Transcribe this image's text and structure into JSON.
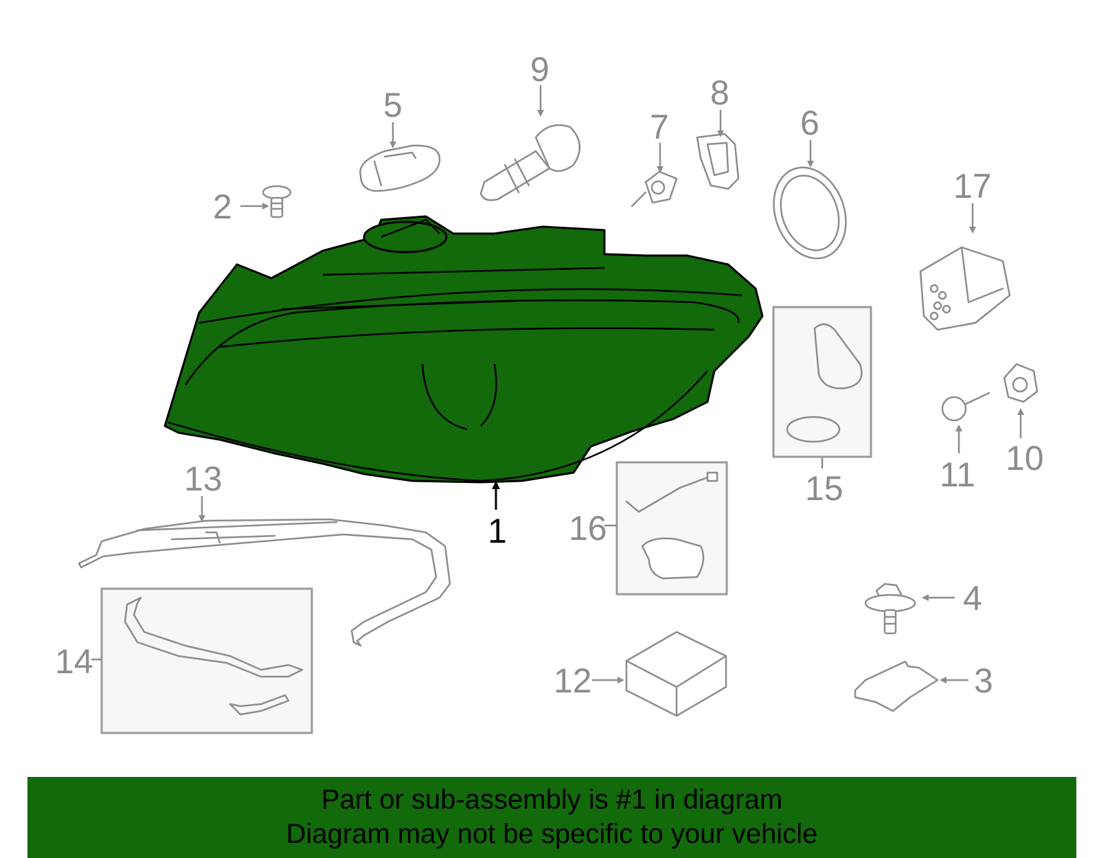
{
  "callouts": {
    "c1": "1",
    "c2": "2",
    "c3": "3",
    "c4": "4",
    "c5": "5",
    "c6": "6",
    "c7": "7",
    "c8": "8",
    "c9": "9",
    "c10": "10",
    "c11": "11",
    "c12": "12",
    "c13": "13",
    "c14": "14",
    "c15": "15",
    "c16": "16",
    "c17": "17"
  },
  "banner": {
    "line1": "Part or sub-assembly is #1 in diagram",
    "line2": "Diagram may not be specific to your vehicle"
  },
  "colors": {
    "highlight": "#126a0b",
    "part_lines": "#8c8c8c",
    "banner_background": "#126a0b"
  }
}
